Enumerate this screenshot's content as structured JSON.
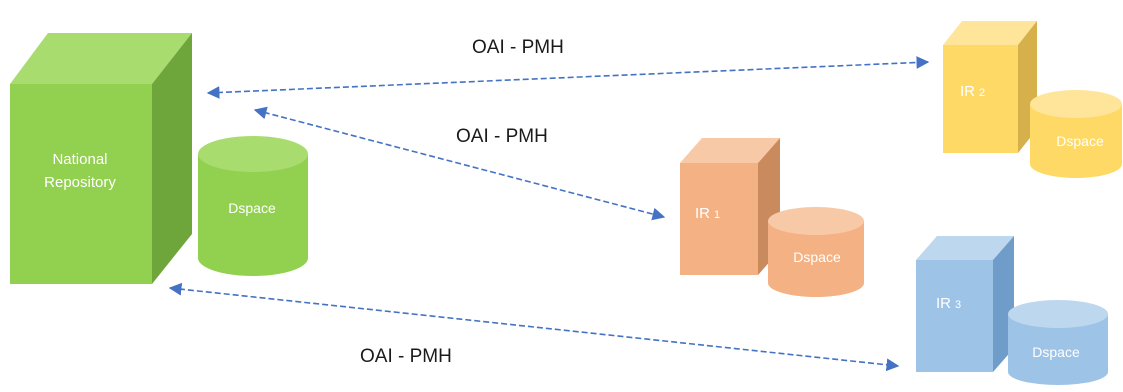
{
  "colors": {
    "arrow": "#4472c4",
    "national_front": "#92d050",
    "national_top": "#a9dc6f",
    "national_side": "#6fa63b",
    "ir1_front": "#f4b183",
    "ir1_top": "#f7c9a6",
    "ir1_side": "#c98a5e",
    "ir2_front": "#ffd966",
    "ir2_top": "#ffe599",
    "ir2_side": "#d6b04a",
    "ir3_front": "#9dc3e6",
    "ir3_top": "#bdd7ee",
    "ir3_side": "#6f9cc8"
  },
  "nodes": {
    "national": {
      "label_line1": "National",
      "label_line2": "Repository",
      "db_label": "Dspace"
    },
    "ir1": {
      "label": "IR",
      "subscript": "1",
      "db_label": "Dspace"
    },
    "ir2": {
      "label": "IR",
      "subscript": "2",
      "db_label": "Dspace"
    },
    "ir3": {
      "label": "IR",
      "subscript": "3",
      "db_label": "Dspace"
    }
  },
  "edges": [
    {
      "from": "national",
      "to": "ir2",
      "label": "OAI - PMH"
    },
    {
      "from": "national",
      "to": "ir1",
      "label": "OAI - PMH"
    },
    {
      "from": "national",
      "to": "ir3",
      "label": "OAI - PMH"
    }
  ]
}
